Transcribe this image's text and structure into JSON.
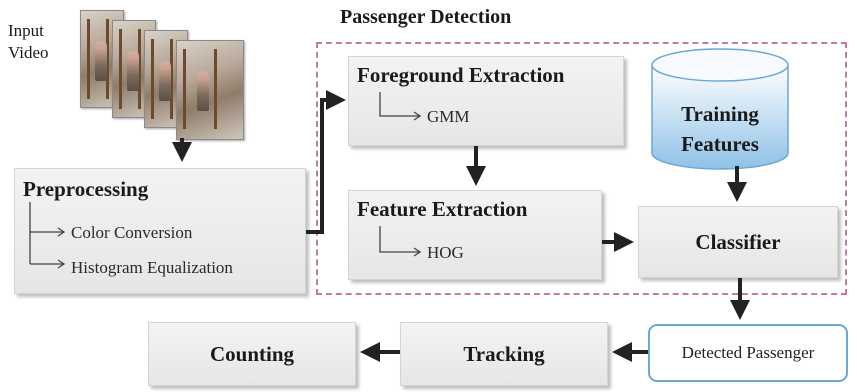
{
  "input_video": {
    "line1": "Input",
    "line2": "Video"
  },
  "region": {
    "title": "Passenger Detection"
  },
  "preprocessing": {
    "title": "Preprocessing",
    "items": [
      "Color Conversion",
      "Histogram Equalization"
    ]
  },
  "foreground": {
    "title": "Foreground Extraction",
    "item": "GMM"
  },
  "feature": {
    "title": "Feature Extraction",
    "item": "HOG"
  },
  "training": {
    "line1": "Training",
    "line2": "Features"
  },
  "classifier": {
    "label": "Classifier"
  },
  "detected": {
    "label": "Detected Passenger"
  },
  "tracking": {
    "label": "Tracking"
  },
  "counting": {
    "label": "Counting"
  },
  "colors": {
    "region_border": "#c07ca6",
    "detected_border": "#6aa8d8",
    "cylinder_top": "#ffffff",
    "cylinder_bottom": "#8fc1e6",
    "arrow": "#222222"
  }
}
